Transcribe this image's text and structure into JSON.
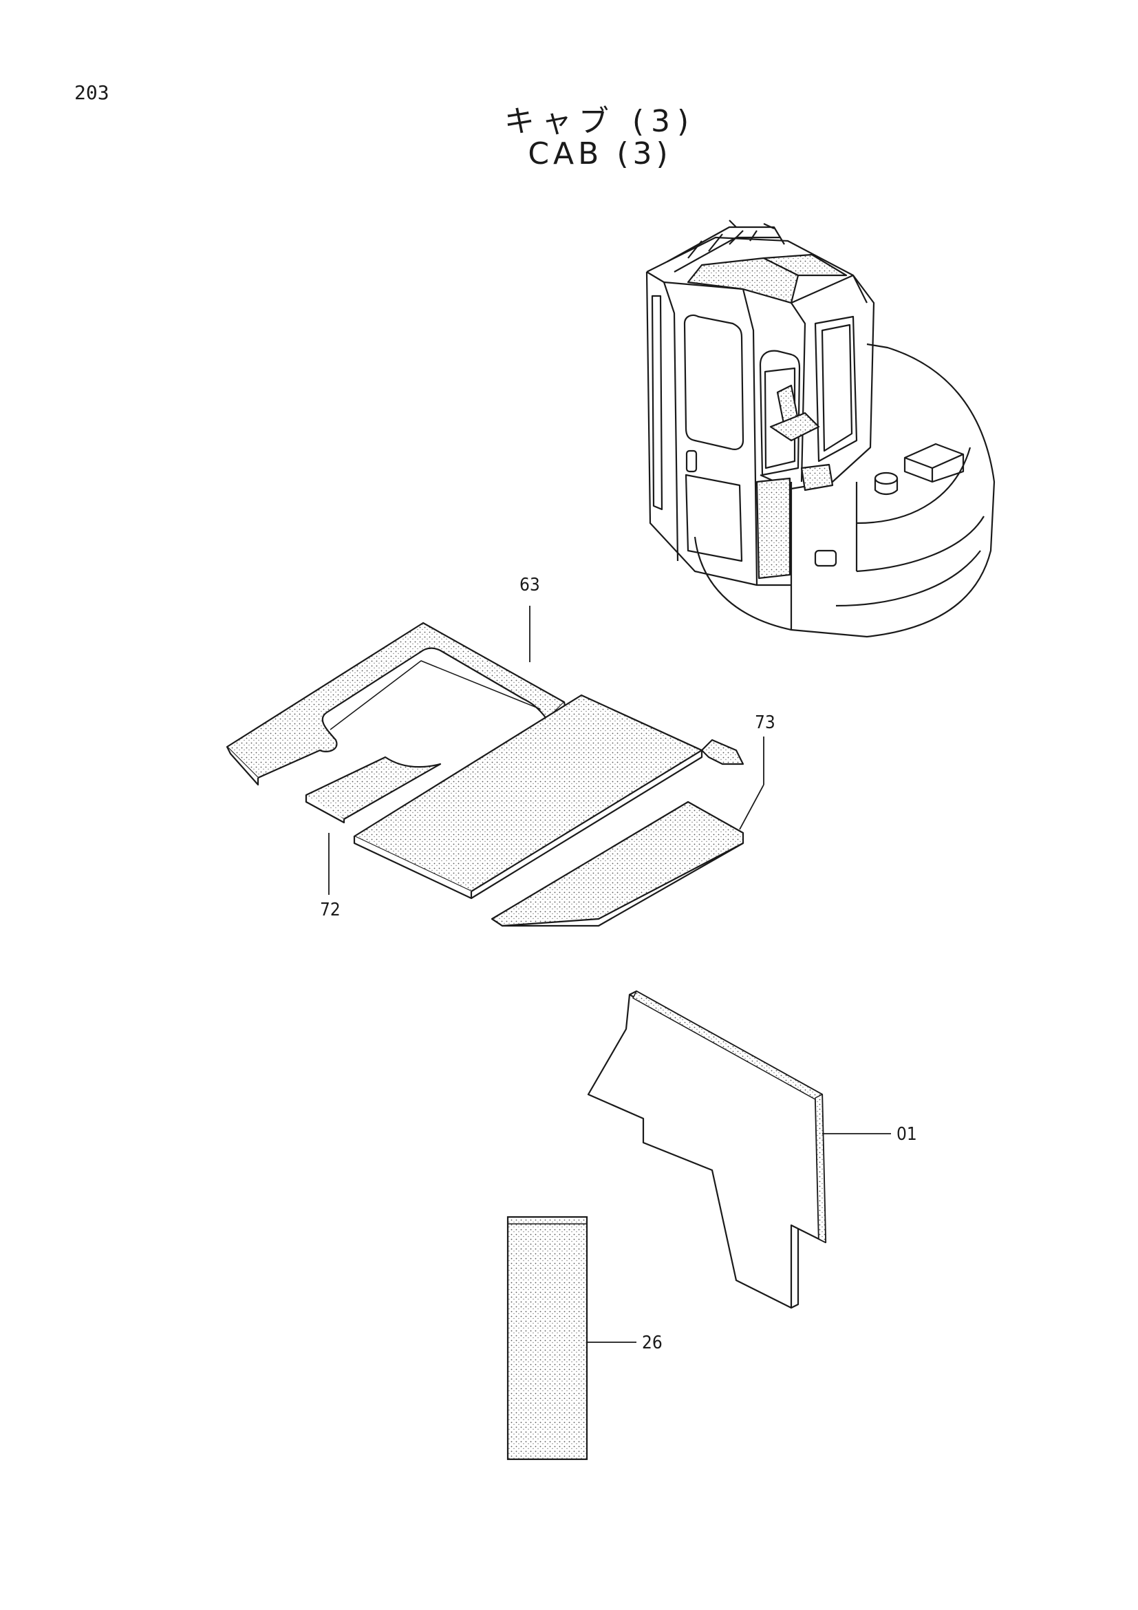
{
  "page_number": "203",
  "title_jp": "キャブ (3)",
  "title_en": "CAB (3)",
  "callouts": {
    "c63": "63",
    "c73": "73",
    "c72": "72",
    "c01": "01",
    "c26": "26"
  },
  "icons": [
    "cab-assembly-illustration",
    "floor-mat-part",
    "side-panel-part",
    "insulation-pad-part"
  ]
}
